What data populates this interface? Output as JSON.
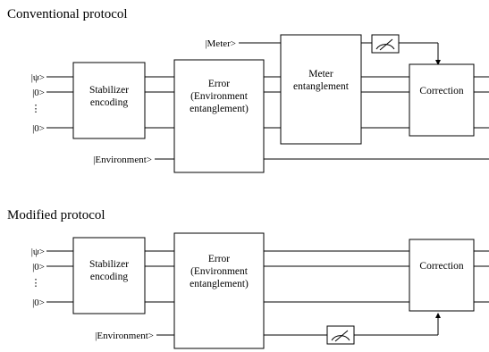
{
  "conventional": {
    "title": "Conventional protocol",
    "inputs": [
      "|ψ>",
      "|0>",
      "|0>"
    ],
    "dots": "⋮",
    "meter_label": "|Meter>",
    "environment_label": "|Environment>",
    "encoding": [
      "Stabilizer",
      "encoding"
    ],
    "error": [
      "Error",
      "(Environment",
      "entanglement)"
    ],
    "meter_box": [
      "Meter",
      "entanglement"
    ],
    "correction": "Correction"
  },
  "modified": {
    "title": "Modified protocol",
    "inputs": [
      "|ψ>",
      "|0>",
      "|0>"
    ],
    "dots": "⋮",
    "environment_label": "|Environment>",
    "encoding": [
      "Stabilizer",
      "encoding"
    ],
    "error": [
      "Error",
      "(Environment",
      "entanglement)"
    ],
    "correction": "Correction"
  },
  "icons": {
    "measurement": "meter-dial-icon",
    "arrowhead": "arrow-down-icon"
  }
}
